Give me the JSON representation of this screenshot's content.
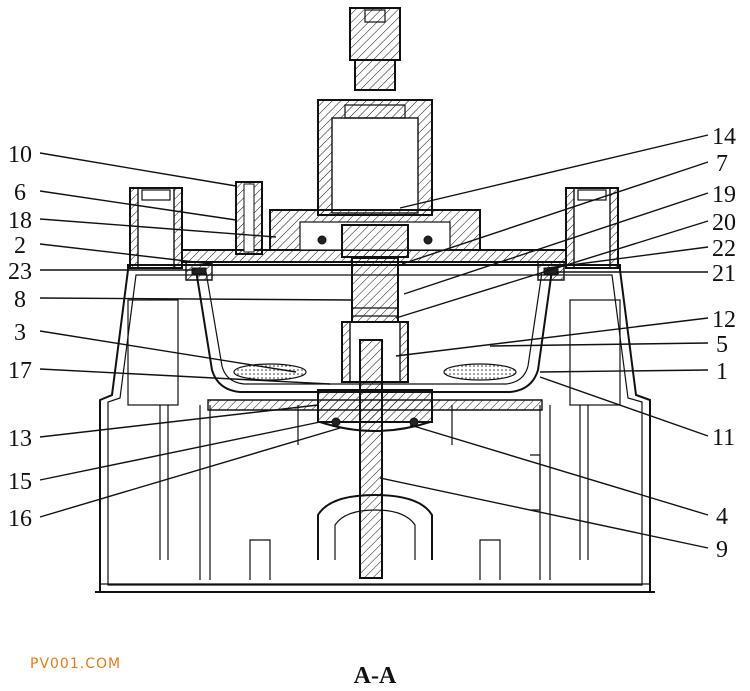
{
  "figure": {
    "caption": "A-A",
    "watermark": "PV001.COM"
  },
  "labels": {
    "left": [
      {
        "id": "10",
        "text": "10"
      },
      {
        "id": "6",
        "text": "6"
      },
      {
        "id": "18",
        "text": "18"
      },
      {
        "id": "2",
        "text": "2"
      },
      {
        "id": "23",
        "text": "23"
      },
      {
        "id": "8",
        "text": "8"
      },
      {
        "id": "3",
        "text": "3"
      },
      {
        "id": "17",
        "text": "17"
      },
      {
        "id": "13",
        "text": "13"
      },
      {
        "id": "15",
        "text": "15"
      },
      {
        "id": "16",
        "text": "16"
      }
    ],
    "right": [
      {
        "id": "14",
        "text": "14"
      },
      {
        "id": "7",
        "text": "7"
      },
      {
        "id": "19",
        "text": "19"
      },
      {
        "id": "20",
        "text": "20"
      },
      {
        "id": "22",
        "text": "22"
      },
      {
        "id": "21",
        "text": "21"
      },
      {
        "id": "12",
        "text": "12"
      },
      {
        "id": "5",
        "text": "5"
      },
      {
        "id": "1",
        "text": "1"
      },
      {
        "id": "11",
        "text": "11"
      },
      {
        "id": "4",
        "text": "4"
      },
      {
        "id": "9",
        "text": "9"
      }
    ]
  },
  "colors": {
    "line": "#111111",
    "watermark": "#e07a1f"
  }
}
